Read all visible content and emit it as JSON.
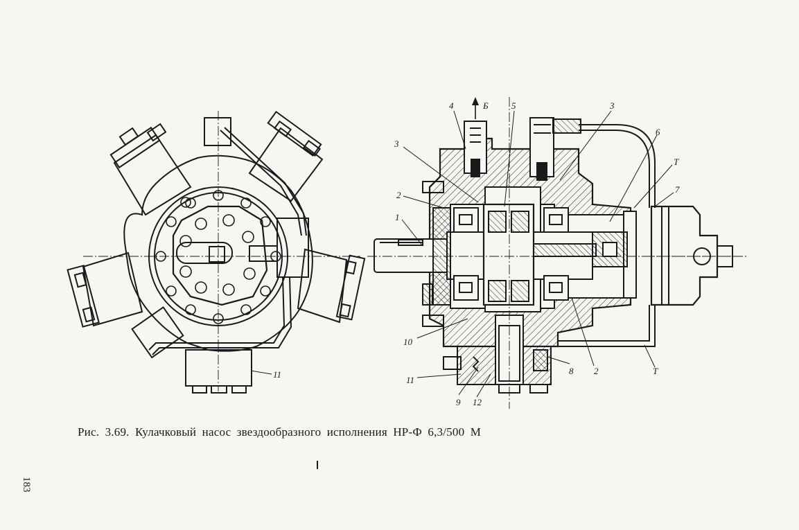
{
  "caption": "Рис. 3.69. Кулачковый насос звездообразного исполнения НР-Ф 6,3/500 М",
  "page_number": "183",
  "left_view": {
    "labels": {
      "l11": "11"
    }
  },
  "right_view": {
    "labels": {
      "l4": "4",
      "lB": "Б",
      "l5": "5",
      "l3top": "3",
      "l3left": "3",
      "l6": "6",
      "lTtop": "Т",
      "l7": "7",
      "l2left": "2",
      "l1": "1",
      "l10": "10",
      "l11": "11",
      "l9": "9",
      "l12": "12",
      "l8": "8",
      "l2bottom": "2",
      "lTbottom": "Т"
    }
  },
  "colors": {
    "ink": "#1a1a1a",
    "paper": "#f7f6f2"
  }
}
